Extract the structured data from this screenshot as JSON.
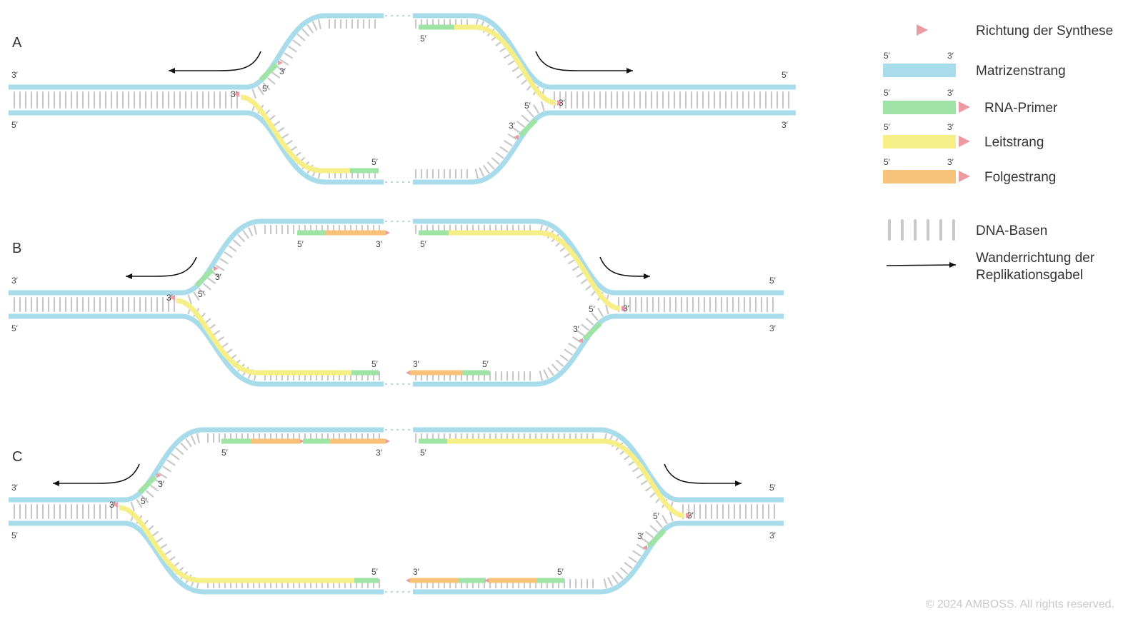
{
  "colors": {
    "template": "#a9dcea",
    "primer": "#9fe3a6",
    "leading": "#f6ee86",
    "lagging": "#f7c27a",
    "arrowhead": "#eb9ba1",
    "bases": "#c8c8c8",
    "fork_arrow": "#111111"
  },
  "end_labels": {
    "five": "5′",
    "three": "3′"
  },
  "panels": [
    {
      "label": "A"
    },
    {
      "label": "B"
    },
    {
      "label": "C"
    }
  ],
  "legend": [
    {
      "icon": "synthesis-direction-arrowhead",
      "text": "Richtung der Synthese"
    },
    {
      "icon": "template-strand-bar",
      "text": "Matrizenstrang",
      "left": "5′",
      "right": "3′"
    },
    {
      "icon": "rna-primer-bar",
      "text": "RNA-Primer",
      "left": "5′",
      "right": "3′"
    },
    {
      "icon": "leading-strand-bar",
      "text": "Leitstrang",
      "left": "5′",
      "right": "3′"
    },
    {
      "icon": "lagging-strand-bar",
      "text": "Folgestrang",
      "left": "5′",
      "right": "3′"
    },
    {
      "icon": "dna-bases-ticks",
      "text": "DNA-Basen"
    },
    {
      "icon": "fork-direction-arrow",
      "text": "Wanderrichtung der\nReplikationsgabel"
    }
  ],
  "copyright": "© 2024 AMBOSS. All rights reserved."
}
